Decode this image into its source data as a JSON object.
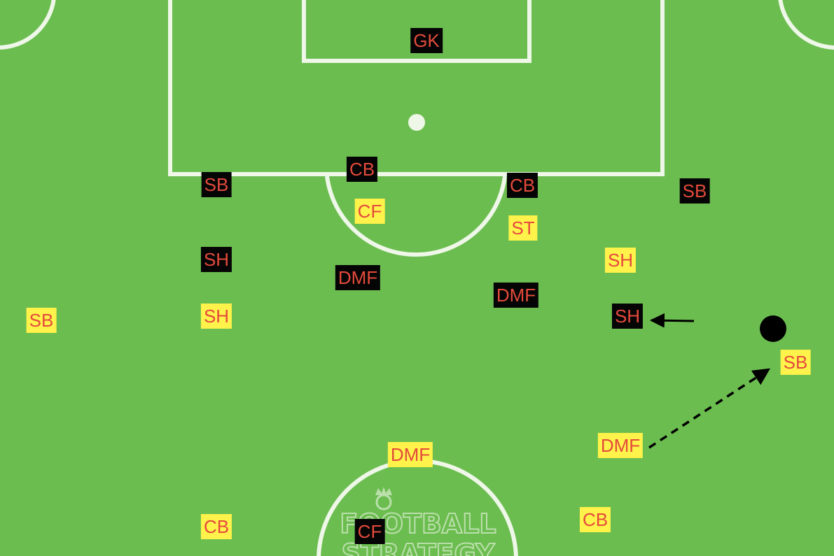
{
  "colors": {
    "pitch": "#6cbd50",
    "lines": "#eef7e8",
    "team_black_bg": "#050505",
    "team_yellow_bg": "#fff24a",
    "label_text": "#e44a3c",
    "ball": "#000000"
  },
  "watermark": {
    "line1": "FOOTBALL",
    "line2": "STRATEGY",
    "icon": "crown-globe-icon"
  },
  "players": {
    "black": {
      "gk": "GK",
      "cb_left": "CB",
      "cb_right": "CB",
      "sb_left": "SB",
      "sb_right": "SB",
      "sh_left": "SH",
      "sh_right": "SH",
      "dmf_left": "DMF",
      "dmf_right": "DMF",
      "cf": "CF"
    },
    "yellow": {
      "cf": "CF",
      "st": "ST",
      "sh_right": "SH",
      "sh_left": "SH",
      "sb_left": "SB",
      "sb_right": "SB",
      "dmf_center": "DMF",
      "dmf_right": "DMF",
      "cb_left": "CB",
      "cb_right": "CB"
    }
  },
  "arrows": {
    "solid": {
      "style": "solid",
      "description_icon": "arrow-left-icon"
    },
    "dashed": {
      "style": "dashed",
      "description_icon": "arrow-up-right-icon"
    }
  }
}
